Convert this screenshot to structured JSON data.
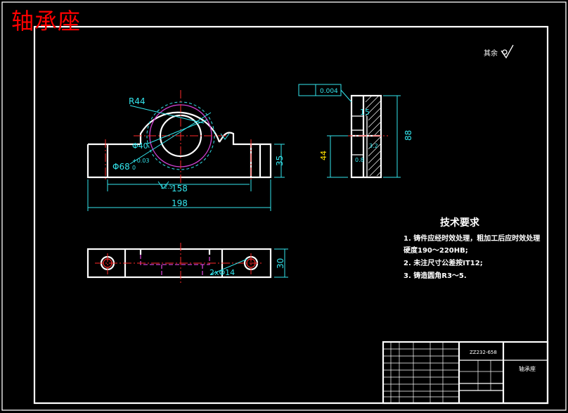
{
  "drawing": {
    "title_overlay": "轴承座",
    "roughness_other": "其余",
    "dimensions": {
      "r44": "R44",
      "phi40": "Φ40",
      "phi68": "Φ68",
      "phi68_tol_upper": "+0.03",
      "phi68_tol_lower": "0",
      "d158": "158",
      "d198": "198",
      "d35": "35",
      "d15": "15",
      "d88": "88",
      "d44": "44",
      "d30": "30",
      "holes": "2xΦ14",
      "roughness_125": "12.5",
      "roughness_32": "3.2",
      "roughness_08": "0.8",
      "perp_tol": "0.004"
    },
    "tech_requirements": {
      "heading": "技术要求",
      "items": [
        "1. 铸件应经时效处理，粗加工后应时效处理",
        "   硬度190～220HB;",
        "2. 未注尺寸公差按IT12;",
        "3. 铸造圆角R3～5."
      ]
    },
    "title_block": {
      "drawing_number": "ZZ232-658",
      "part_name": "轴承座"
    }
  }
}
